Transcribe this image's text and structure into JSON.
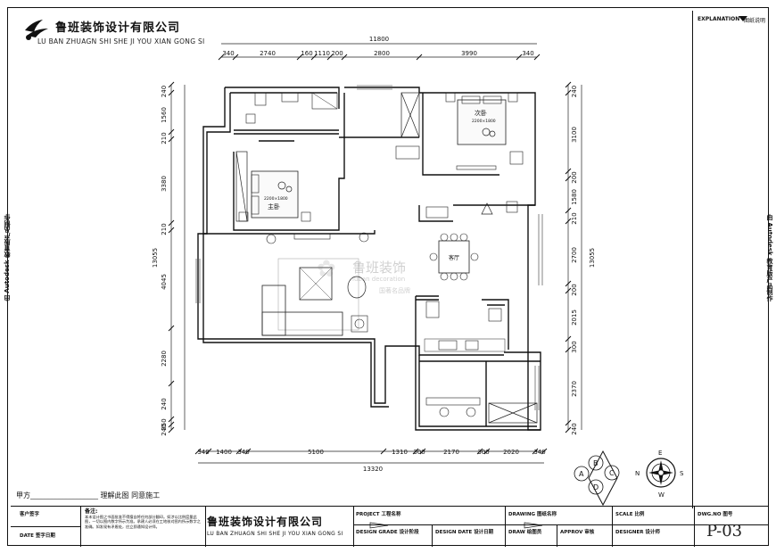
{
  "company": {
    "name_cn": "鲁班装饰设计有限公司",
    "name_en": "LU BAN ZHUAGN SHI SHE JI YOU XIAN GONG SI"
  },
  "side": {
    "explanation": "EXPLANATION",
    "explanation_cn": "图纸说明",
    "vertical_left": "由 Autodesk 教育版产品制作",
    "vertical_right": "由 Autodesk 教育版产品制作"
  },
  "dims": {
    "top_total": "11800",
    "top_segments": [
      "340",
      "2740",
      "160",
      "1110",
      "200",
      "2800",
      "3990",
      "340"
    ],
    "bottom_total": "13320",
    "bottom_segments": [
      "340",
      "1400",
      "340",
      "5100",
      "1310",
      "300",
      "2170",
      "300",
      "2020",
      "340"
    ],
    "left_total": "13055",
    "left_segments": [
      "240",
      "1560",
      "210",
      "3380",
      "210",
      "4045",
      "2280",
      "240",
      "350",
      "240"
    ],
    "right_total": "13055",
    "right_segments": [
      "240",
      "3100",
      "200",
      "1580",
      "210",
      "2700",
      "200",
      "2015",
      "300",
      "2370",
      "240"
    ]
  },
  "rooms": {
    "master_label": "次卧",
    "master_bed": "2200×1800",
    "second_label": "主卧",
    "second_bed": "2200×1800",
    "living_label": "客厅"
  },
  "compass": {
    "e": "E",
    "w": "W",
    "n": "N",
    "s": "S",
    "a": "A",
    "b": "B",
    "c": "C",
    "d": "D"
  },
  "watermark": {
    "cn": "鲁班装饰",
    "en": "luban decoration",
    "sub": "国著名品牌"
  },
  "sign": "甲方___________________   理解此图  同意施工",
  "titleblock": {
    "client": "客户签字",
    "date": "DATE 签字日期",
    "notes_label": "备注:",
    "notes_text": "本未设计图之书面批准不得擅自将任何部分翻印。如涉以比例度量此图，一切以图内数字所示为准。承建人必须在工地核对图内所示数字之准确。如发现有矛盾处，应立即通知设计师。",
    "project": "PROJECT 工程名称",
    "design_grade": "DESIGN GRADE 设计阶段",
    "design_date": "DESIGN DATE 设计日期",
    "drawing": "DRAWING 图纸名称",
    "draw": "DRAW 绘图员",
    "approv": "APPROV 审核",
    "scale": "SCALE 比例",
    "designer": "DESIGNER 设计师",
    "dwg_no": "DWG.NO 图号",
    "dwg_value": "P-03"
  }
}
